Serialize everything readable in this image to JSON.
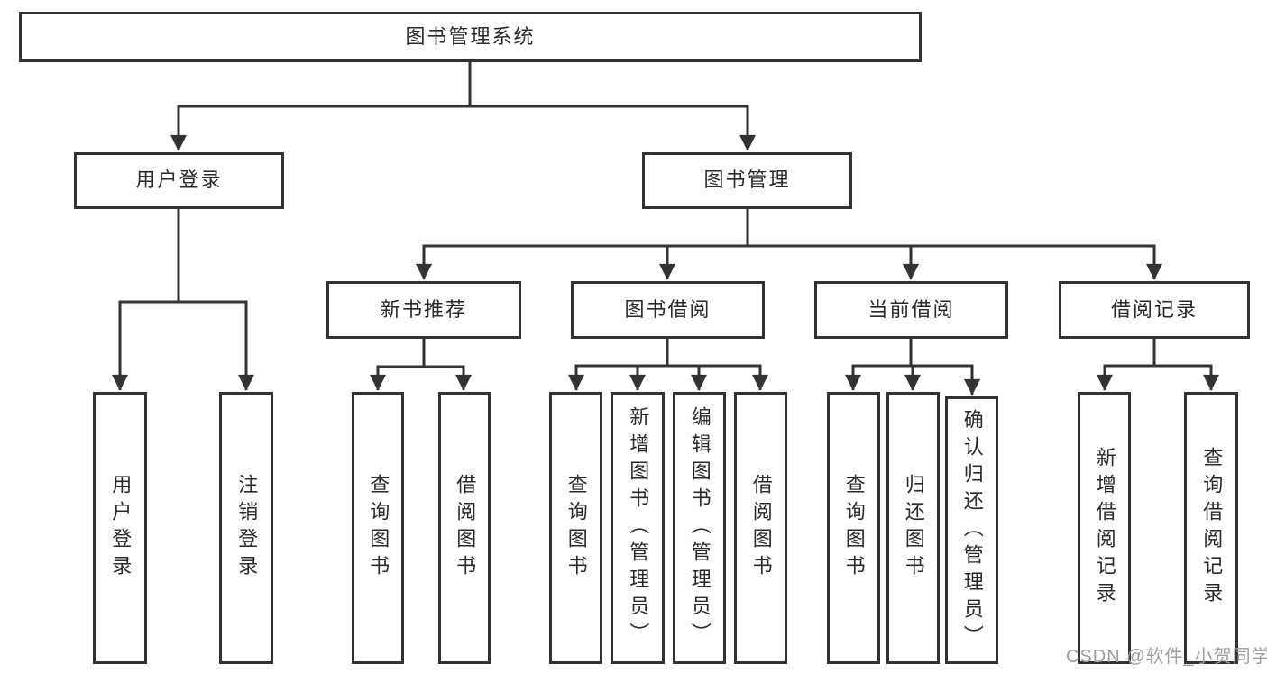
{
  "colors": {
    "line": "#333333",
    "text": "#2a2a2a",
    "background": "#ffffff",
    "watermark": "#9e9e9e"
  },
  "watermark": "CSDN @软件_小贺同学",
  "tree": {
    "root": "图书管理系统",
    "children": [
      {
        "label": "用户登录",
        "children": [
          {
            "label": "用户登录"
          },
          {
            "label": "注销登录"
          }
        ]
      },
      {
        "label": "图书管理",
        "children": [
          {
            "label": "新书推荐",
            "children": [
              {
                "label": "查询图书"
              },
              {
                "label": "借阅图书"
              }
            ]
          },
          {
            "label": "图书借阅",
            "children": [
              {
                "label": "查询图书"
              },
              {
                "label": "新增图书（管理员）"
              },
              {
                "label": "编辑图书（管理员）"
              },
              {
                "label": "借阅图书"
              }
            ]
          },
          {
            "label": "当前借阅",
            "children": [
              {
                "label": "查询图书"
              },
              {
                "label": "归还图书"
              },
              {
                "label": "确认归还（管理员）"
              }
            ]
          },
          {
            "label": "借阅记录",
            "children": [
              {
                "label": "新增借阅记录"
              },
              {
                "label": "查询借阅记录"
              }
            ]
          }
        ]
      }
    ]
  }
}
